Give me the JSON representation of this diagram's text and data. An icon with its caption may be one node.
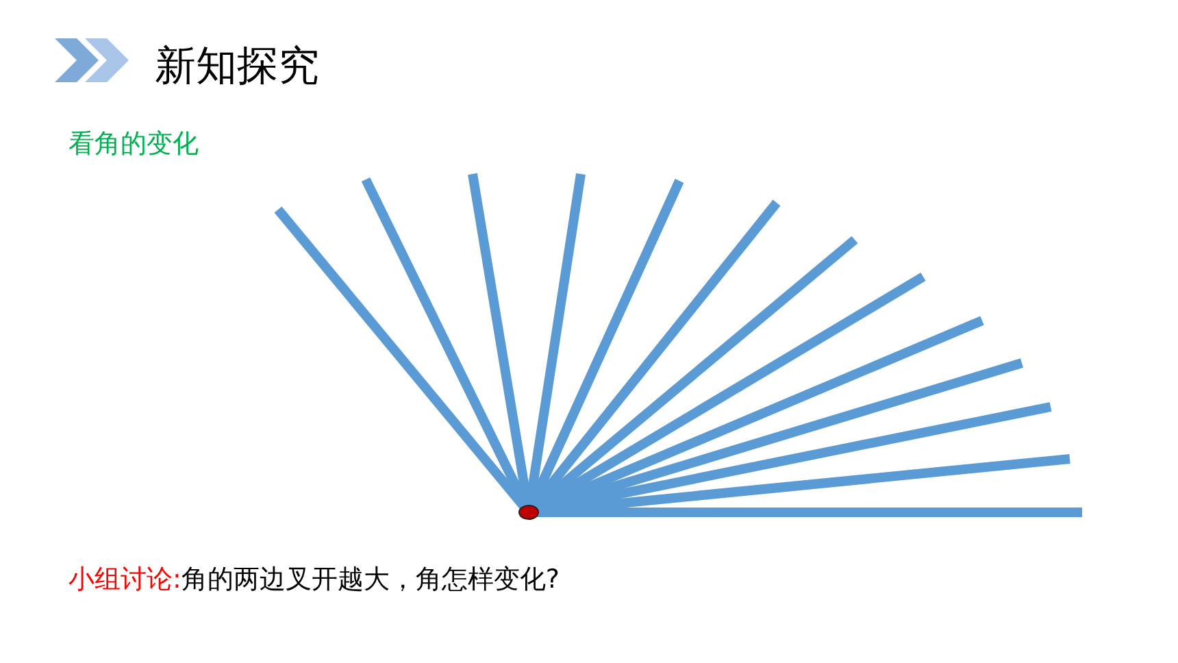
{
  "diagram": {
    "title": "新知探究",
    "labels": [
      "看角的变化",
      "小组讨论:",
      "角的两边叉开越大，角怎样变化?"
    ]
  }
}
